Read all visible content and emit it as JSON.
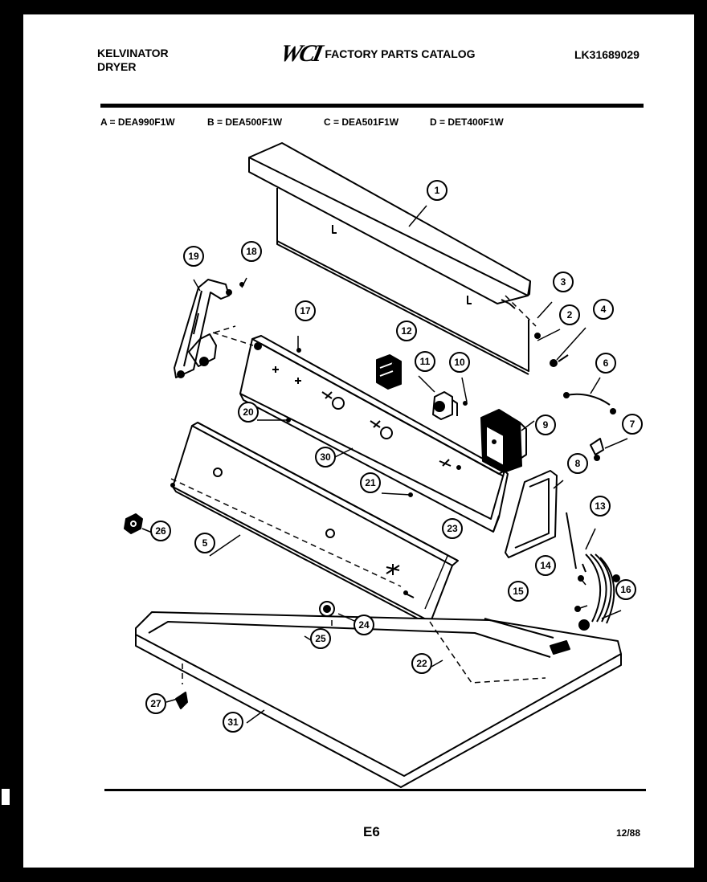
{
  "header": {
    "brand_line1": "KELVINATOR",
    "brand_line2": "DRYER",
    "logo": "WCI",
    "catalog_title": "FACTORY PARTS CATALOG",
    "catalog_number": "LK31689029"
  },
  "models": [
    {
      "key": "A",
      "text": "A = DEA990F1W"
    },
    {
      "key": "B",
      "text": "B = DEA500F1W"
    },
    {
      "key": "C",
      "text": "C = DEA501F1W"
    },
    {
      "key": "D",
      "text": "D = DET400F1W"
    }
  ],
  "callouts": [
    "1",
    "2",
    "3",
    "4",
    "5",
    "6",
    "7",
    "8",
    "9",
    "10",
    "11",
    "12",
    "13",
    "14",
    "15",
    "16",
    "17",
    "18",
    "19",
    "20",
    "21",
    "22",
    "23",
    "24",
    "25",
    "26",
    "27",
    "30",
    "31"
  ],
  "footer": {
    "page": "E6",
    "date": "12/88"
  },
  "colors": {
    "ink": "#000000",
    "paper": "#ffffff",
    "border": "#000000"
  }
}
